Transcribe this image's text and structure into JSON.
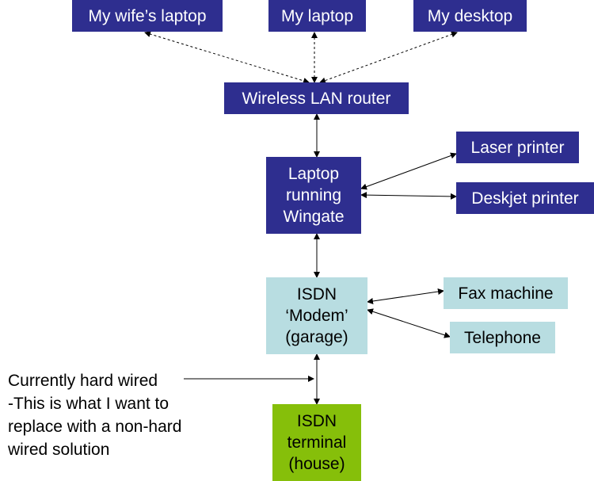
{
  "nodes": {
    "wife_laptop": "My wife’s laptop",
    "my_laptop": "My laptop",
    "my_desktop": "My desktop",
    "router": "Wireless LAN router",
    "wingate": [
      "Laptop",
      "running",
      "Wingate"
    ],
    "laser_printer": "Laser printer",
    "deskjet_printer": "Deskjet printer",
    "isdn_modem": [
      "ISDN",
      "‘Modem’",
      "(garage)"
    ],
    "fax": "Fax machine",
    "telephone": "Telephone",
    "isdn_terminal": [
      "ISDN",
      "terminal",
      "(house)"
    ]
  },
  "annotation": {
    "lines": [
      "Currently hard wired",
      "-This is what I want to",
      "replace with a non-hard",
      "wired solution"
    ]
  },
  "colors": {
    "dark_box": "#2e2e8f",
    "light_box": "#b8dde1",
    "green_box": "#86bf0a"
  }
}
